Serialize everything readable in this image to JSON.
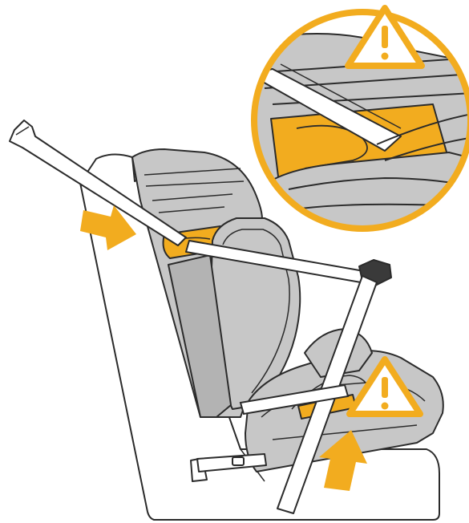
{
  "figure": {
    "colors": {
      "background": "#ffffff",
      "outline": "#2b2b2b",
      "seat_grey": "#c7c7c7",
      "seat_grey_dark": "#b3b3b3",
      "accent": "#f2ac1f",
      "accent_light": "#f7c75a",
      "vehicle_seat": "#ffffff"
    },
    "icons": [
      "vehicle-seat-outline",
      "child-car-seat",
      "isofix-connector",
      "diagonal-belt",
      "lap-belt",
      "belt-buckle",
      "warning-triangle-icon",
      "arrow-icon",
      "magnifier-circle"
    ],
    "warnings": [
      {
        "name": "warning-triangle-top",
        "glyph": "!"
      },
      {
        "name": "warning-triangle-bottom",
        "glyph": "!"
      }
    ]
  }
}
